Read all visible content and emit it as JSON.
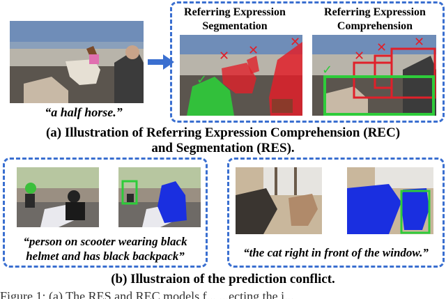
{
  "top": {
    "panel_res_title_line1": "Referring Expression",
    "panel_res_title_line2": "Segmentation",
    "panel_rec_title_line1": "Referring Expression",
    "panel_rec_title_line2": "Comprehension",
    "query": "“a half horse.”",
    "caption_line1": "(a) Illustration of Referring Expression Comprehension (REC)",
    "caption_line2": "and Segmentation (RES)."
  },
  "bottom_left": {
    "query_line1": "“person on scooter wearing black",
    "query_line2": "helmet and has black backpack”"
  },
  "bottom_right": {
    "query": "“the cat right in front of the window.”"
  },
  "bottom": {
    "caption": "(b) Illustraion of the prediction conflict."
  },
  "footer_fragment": "Figure 1: (a) The RES and REC models f... ...ecting the i...",
  "colors": {
    "dash_border": "#3a6fd0",
    "arrow": "#3a6fd0",
    "wrong_mask": "#e0202a",
    "correct_mask": "#2ecc3a",
    "segmentation_blue": "#1a2fe0"
  }
}
